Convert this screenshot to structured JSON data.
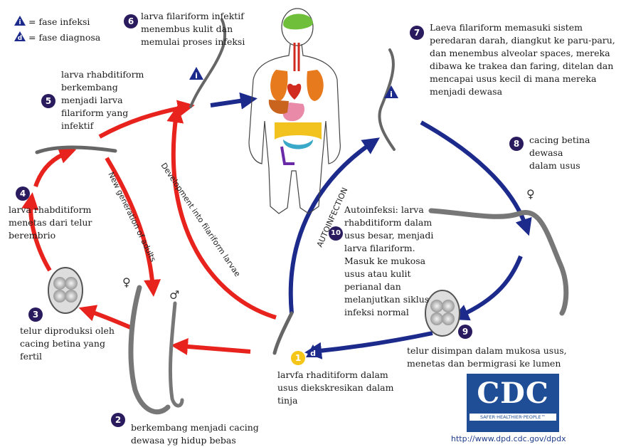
{
  "legend": {
    "infective_stage": "= fase infeksi",
    "diagnostic_stage": "= fase diagnosa",
    "infective_symbol": "i",
    "diagnostic_symbol": "d"
  },
  "steps": [
    {
      "num": "1",
      "text": "larvfa rhaditiform dalam\nusus diekskresikan dalam\ntinja"
    },
    {
      "num": "2",
      "text": "berkembang menjadi cacing\ndewasa yg hidup bebas"
    },
    {
      "num": "3",
      "text": "telur diproduksi oleh\ncacing betina yang\nfertil"
    },
    {
      "num": "4",
      "text": "larva rhabditiform\nmenetas dari telur\nberembrio"
    },
    {
      "num": "5",
      "text": "larva rhabditiform\nberkembang\nmenjadi larva\nfilariform yang\ninfektif"
    },
    {
      "num": "6",
      "text": "larva filariform infektif\nmenembus kulit dan\nmemulai proses infeksi"
    },
    {
      "num": "7",
      "text": "Laeva filariform memasuki sistem\nperedaran darah, diangkut ke paru-paru,\ndan menembus alveolar spaces, mereka\ndibawa ke trakea dan faring, ditelan dan\nmencapai usus kecil di mana mereka\nmenjadi dewasa"
    },
    {
      "num": "8",
      "text": "cacing betina dewasa\ndalam usus"
    },
    {
      "num": "9",
      "text": "telur disimpan dalam mukosa usus,\nmenetas dan bermigrasi ke lumen"
    },
    {
      "num": "10",
      "text": "Autoinfeksi: larva\nrhabditiform dalam\nusus besar, menjadi\nlarva filariform.\nMasuk ke mukosa\nusus atau kulit\nperianal dan\nmelanjutkan siklus\ninfeksi normal"
    }
  ],
  "arrow_labels": {
    "new_generation": "New generation of adults",
    "development": "Development into filariform larvae",
    "autoinfection": "AUTOINFECTION"
  },
  "sex_symbols": {
    "female": "♀",
    "male": "♂"
  },
  "cdc": {
    "logo": "CDC",
    "tagline": "SAFER·HEALTHIER·PEOPLE™",
    "url": "http://www.dpd.cdc.gov/dpdx"
  },
  "colors": {
    "red_arrow": "#e8231d",
    "blue_arrow": "#1c2a8c",
    "badge": "#2a1a5e",
    "cdc_blue": "#1f4e96"
  }
}
